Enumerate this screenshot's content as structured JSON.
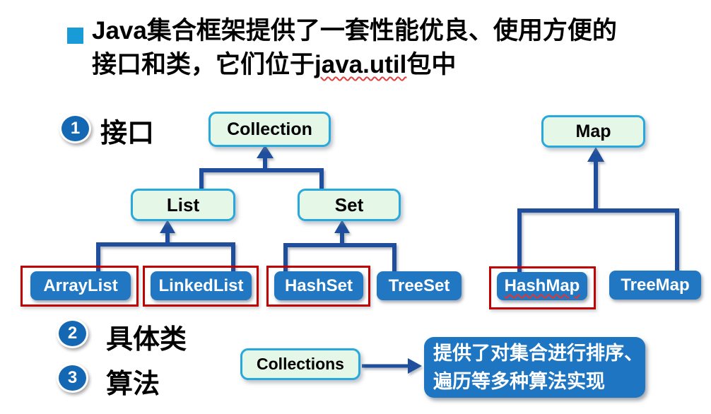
{
  "title": {
    "line1": "Java集合框架提供了一套性能优良、使用方便的",
    "line2_prefix": "接口和类，它们位于",
    "line2_code": "java.util",
    "line2_suffix": "包中"
  },
  "legend": [
    {
      "num": "1",
      "label": "接口"
    },
    {
      "num": "2",
      "label": "具体类"
    },
    {
      "num": "3",
      "label": "算法"
    }
  ],
  "interfaces": {
    "collection": "Collection",
    "map": "Map",
    "list": "List",
    "set": "Set"
  },
  "classes": [
    {
      "label": "ArrayList",
      "highlighted": true
    },
    {
      "label": "LinkedList",
      "highlighted": true
    },
    {
      "label": "HashSet",
      "highlighted": true
    },
    {
      "label": "TreeSet",
      "highlighted": false
    },
    {
      "label": "HashMap",
      "highlighted": true
    },
    {
      "label": "TreeMap",
      "highlighted": false
    }
  ],
  "algorithm": {
    "box_label": "Collections",
    "desc_line1": "提供了对集合进行排序、",
    "desc_line2": "遍历等多种算法实现"
  },
  "colors": {
    "bullet_blue": "#199BD8",
    "circle_blue": "#1467B2",
    "interface_box_fill": "#E5F8E8",
    "interface_box_border": "#29A8DC",
    "class_box_blue": "#2277C3",
    "connector_navy": "#1F4E9C",
    "highlight_red": "#C00000",
    "spellcheck_wavy_red": "#E03535"
  }
}
